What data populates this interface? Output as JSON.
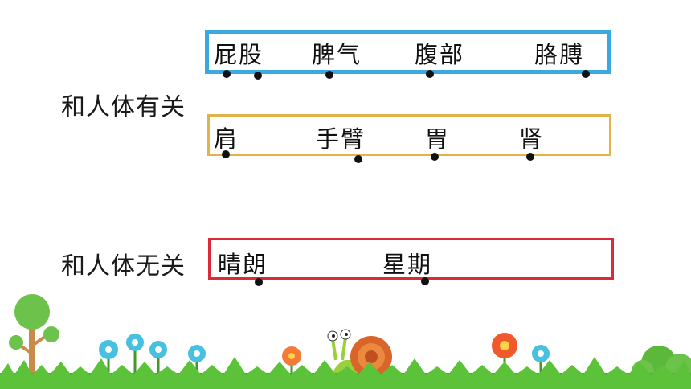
{
  "groups": [
    {
      "label": "和人体有关",
      "rows": [
        {
          "color": "#3aa9df",
          "words": [
            "屁股",
            "脾气",
            "腹部",
            "胳膊"
          ]
        },
        {
          "color": "#e0b44a",
          "words": [
            "肩",
            "手臂",
            "胃",
            "肾"
          ]
        }
      ]
    },
    {
      "label": "和人体无关",
      "rows": [
        {
          "color": "#d92b3a",
          "words": [
            "晴朗",
            "星期"
          ]
        }
      ]
    }
  ],
  "colors": {
    "grass": "#4caf2f",
    "tree": "#6cc24a",
    "trunk": "#c98b4a",
    "snail_shell": "#d9652a"
  },
  "icons": [
    "tree-icon",
    "flower-icon",
    "snail-icon",
    "grass-icon"
  ]
}
